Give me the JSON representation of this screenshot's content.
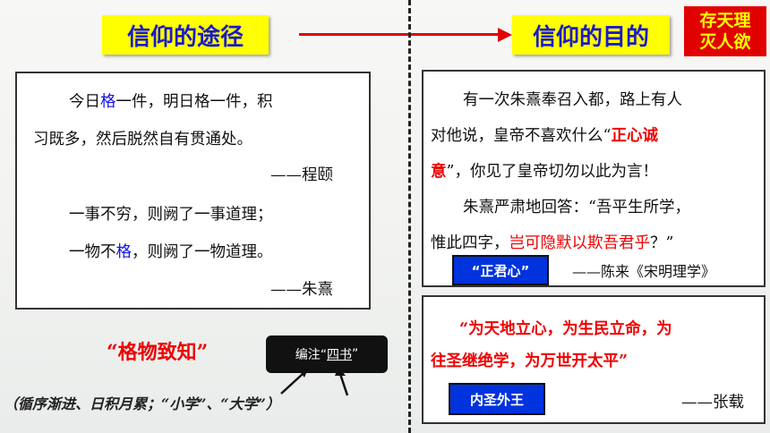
{
  "header": {
    "left_title": "信仰的途径",
    "right_title": "信仰的目的",
    "tag_line1": "存天理",
    "tag_line2": "灭人欲"
  },
  "left_panel": {
    "l1_a": "今日",
    "l1_b": "格",
    "l1_c": "一件，明日格一件，积",
    "l2": "习既多，然后脱然自有贯通处。",
    "attr1": "——程颐",
    "l3": "一事不穷，则阙了一事道理；",
    "l4_a": "一物不",
    "l4_b": "格",
    "l4_c": "，则阙了一物道理。",
    "attr2": "——朱熹"
  },
  "left_bottom": {
    "gewu": "“格物致知”",
    "note_prefix": "编注“",
    "note_book": "四书",
    "note_suffix": "”",
    "bottom_line": "（循序渐进、日积月累；“小学”、“大学”）"
  },
  "right_panel_top": {
    "l1": "有一次朱熹奉召入都，路上有人",
    "l2_a": "对他说，皇帝不喜欢什么“",
    "l2_b": "正心诚",
    "l3_a": "意",
    "l3_b": "”，你见了皇帝切勿以此为言！",
    "l4": "朱熹严肃地回答：“吾平生所学，",
    "l5_a": "惟此四字，",
    "l5_b": "岂可隐默以欺吾君乎",
    "l5_c": "？”",
    "tag": "“正君心”",
    "attr": "——陈来《宋明理学》"
  },
  "right_panel_bottom": {
    "l1": "“为天地立心，为生民立命，为",
    "l2": "往圣继绝学，为万世开太平”",
    "tag": "内圣外王",
    "attr": "——张载"
  }
}
